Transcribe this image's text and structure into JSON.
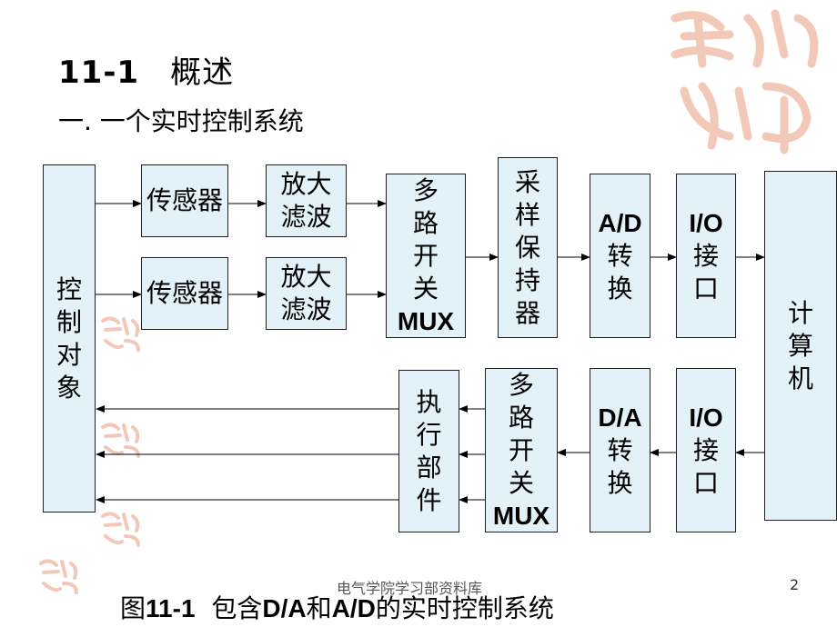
{
  "title": {
    "number": "11-1",
    "text": "概述"
  },
  "subtitle": "一. 一个实时控制系统",
  "blocks": {
    "control_object": "控制对象",
    "sensor_1": "传感器",
    "sensor_2": "传感器",
    "filter_1": "放大滤波",
    "filter_2": "放大滤波",
    "mux_in": {
      "text": "多路开关",
      "suffix": "MUX"
    },
    "sample_hold": "采样保持器",
    "ad": {
      "head": "A/D",
      "text": "转换"
    },
    "io_in": {
      "head": "I/O",
      "text": "接口"
    },
    "computer": "计算机",
    "actuator": "执行部件",
    "mux_out": {
      "text": "多路开关",
      "suffix": "MUX"
    },
    "da": {
      "head": "D/A",
      "text": "转换"
    },
    "io_out": {
      "head": "I/O",
      "text": "接口"
    }
  },
  "footer": "电气学院学习部资料库",
  "page_number": "2",
  "caption": {
    "pre": "图",
    "num": "11-1",
    "mid": "包含",
    "da": "D/A",
    "and": "和",
    "ad": "A/D",
    "post": "的实时控制系统"
  },
  "colors": {
    "box_fill": "#e3f1f9",
    "seal": "#f2c9b8"
  }
}
